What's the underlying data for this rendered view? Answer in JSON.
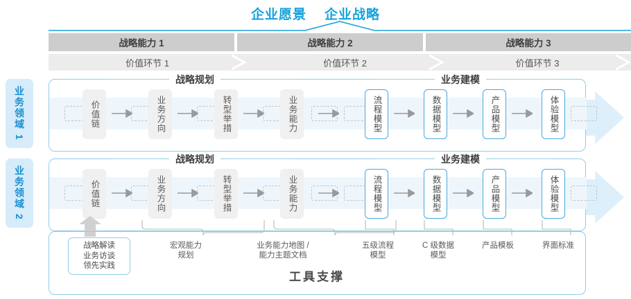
{
  "header": {
    "titles": [
      "企业愿景",
      "企业战略"
    ],
    "accent_color": "#17a2dd"
  },
  "capability_bar": {
    "cells": [
      "战略能力 1",
      "战略能力 2",
      "战略能力 3"
    ],
    "bg_color": "#cdcdcd"
  },
  "value_chain_bar": {
    "cells": [
      "价值环节 1",
      "价值环节 2",
      "价值环节 3"
    ],
    "bg_color": "#ececec"
  },
  "side_labels": [
    "业务领域 1",
    "业务领域 2"
  ],
  "rows": [
    {
      "sections": [
        {
          "title": "战略规划",
          "nodes": [
            "价值链",
            "业务方向",
            "转型举措",
            "业务能力"
          ]
        },
        {
          "title": "业务建模",
          "nodes": [
            "流程模型",
            "数据模型",
            "产品模型",
            "体验模型"
          ]
        }
      ]
    },
    {
      "sections": [
        {
          "title": "战略规划",
          "nodes": [
            "价值链",
            "业务方向",
            "转型举措",
            "业务能力"
          ]
        },
        {
          "title": "业务建模",
          "nodes": [
            "流程模型",
            "数据模型",
            "产品模型",
            "体验模型"
          ]
        }
      ]
    }
  ],
  "tools": {
    "title": "工具支撑",
    "highlight_box": "战略解读\n业务访谈\n领先实践",
    "labels": [
      "宏观能力\n规划",
      "业务能力地图 /\n能力主题文档",
      "五级流程\n模型",
      "C 级数据\n模型",
      "产品模板",
      "界面标准"
    ]
  }
}
